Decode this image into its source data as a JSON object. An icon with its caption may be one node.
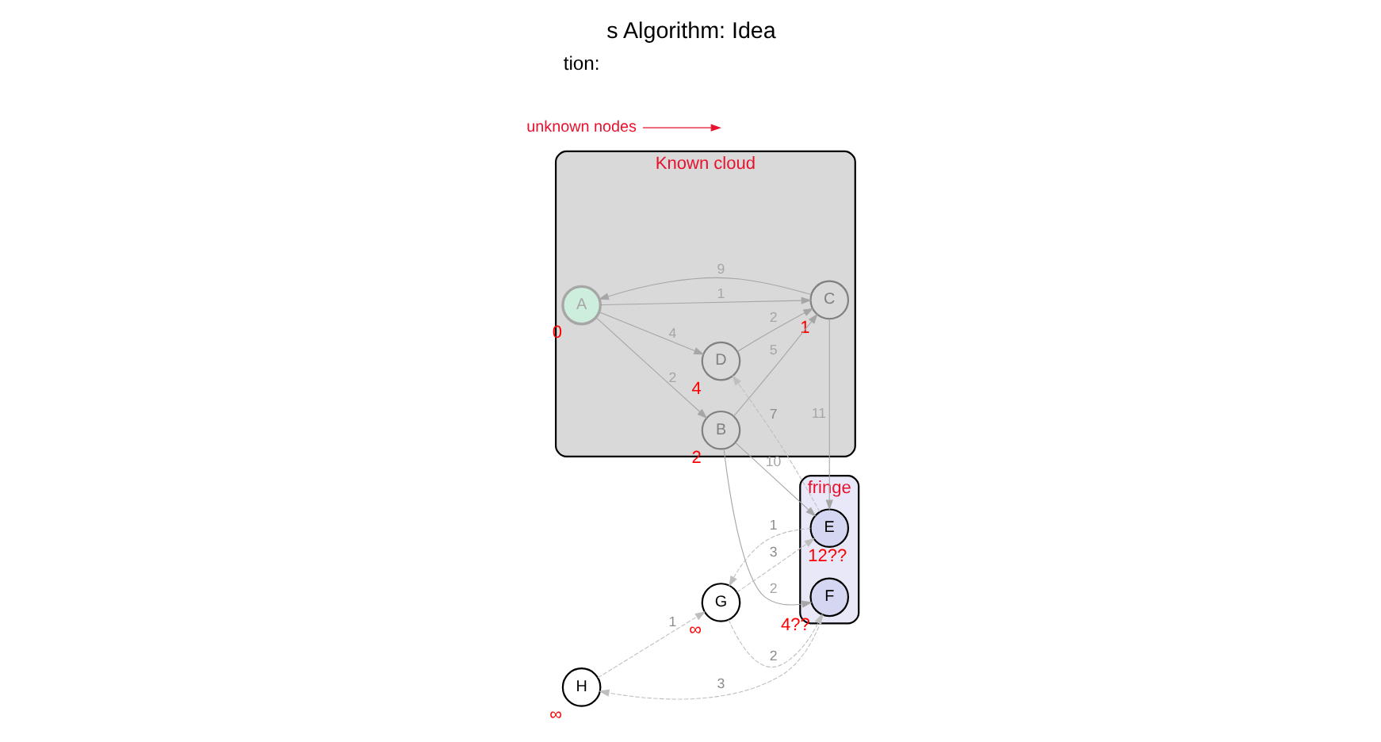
{
  "diagram": {
    "title": "s Algorithm: Idea",
    "nodes": [
      {
        "text": [
          "Known cloud"
        ]
      },
      {
        "text": [
          "A"
        ],
        "beside": [
          "0"
        ],
        "in": 0
      },
      {
        "text": [
          "B"
        ],
        "beside": [
          "2"
        ],
        "in": 0
      },
      {
        "text": [
          "C"
        ],
        "beside": [
          "1"
        ],
        "in": 0
      },
      {
        "text": [
          "D"
        ],
        "beside": [
          "4"
        ],
        "in": 0
      },
      {
        "text": [
          "fringe"
        ]
      },
      {
        "text": [
          "F"
        ],
        "beside": [
          "4??"
        ],
        "in": 5
      },
      {
        "text": [
          "E"
        ],
        "beside": [
          "12??"
        ],
        "in": 5
      },
      {
        "text": [
          "G"
        ],
        "beside": [
          "∞"
        ]
      },
      {
        "text": [
          "H"
        ],
        "beside": [
          "∞"
        ]
      },
      {
        "text": [
          "unknown nodes"
        ]
      }
    ],
    "edges": [
      {
        "from": 1,
        "to": 2,
        "arrow": "to",
        "label": "2"
      },
      {
        "from": 1,
        "to": 3,
        "arrow": "to",
        "label": "1"
      },
      {
        "from": 3,
        "to": 1,
        "arrow": "to",
        "label": "9"
      },
      {
        "from": 1,
        "to": 4,
        "arrow": "to",
        "label": "4"
      },
      {
        "from": 2,
        "to": 3,
        "arrow": "to",
        "label": "5"
      },
      {
        "from": 2,
        "to": 7,
        "arrow": "to",
        "label": "10"
      },
      {
        "from": 2,
        "to": 6,
        "arrow": "to",
        "label": "2"
      },
      {
        "from": 4,
        "to": 3,
        "arrow": "to",
        "label": "2"
      },
      {
        "from": 3,
        "to": 7,
        "arrow": "to",
        "label": "11"
      },
      {
        "from": 7,
        "to": 4,
        "arrow": "to",
        "label": "7",
        "style": "dashed",
        "color": "#bfbfbf"
      },
      {
        "from": 6,
        "to": 9,
        "arrow": "to",
        "label": "3",
        "style": "dashed",
        "color": "#bfbfbf"
      },
      {
        "from": 9,
        "to": 8,
        "arrow": "to",
        "label": "1",
        "style": "dashed",
        "color": "#bfbfbf"
      },
      {
        "from": 8,
        "to": 6,
        "arrow": "to",
        "label": "2",
        "style": "dashed",
        "color": "#bfbfbf"
      },
      {
        "from": 8,
        "to": 7,
        "arrow": "to",
        "label": "3",
        "style": "dashed",
        "color": "#bfbfbf"
      },
      {
        "from": 7,
        "to": 8,
        "arrow": "to",
        "label": "1",
        "style": "dashed",
        "color": "#bfbfbf"
      },
      {
        "from": 10,
        "to": null,
        "arrow": "to",
        "color": "#e8112d"
      }
    ],
    "labels": [
      "tion:"
    ]
  }
}
